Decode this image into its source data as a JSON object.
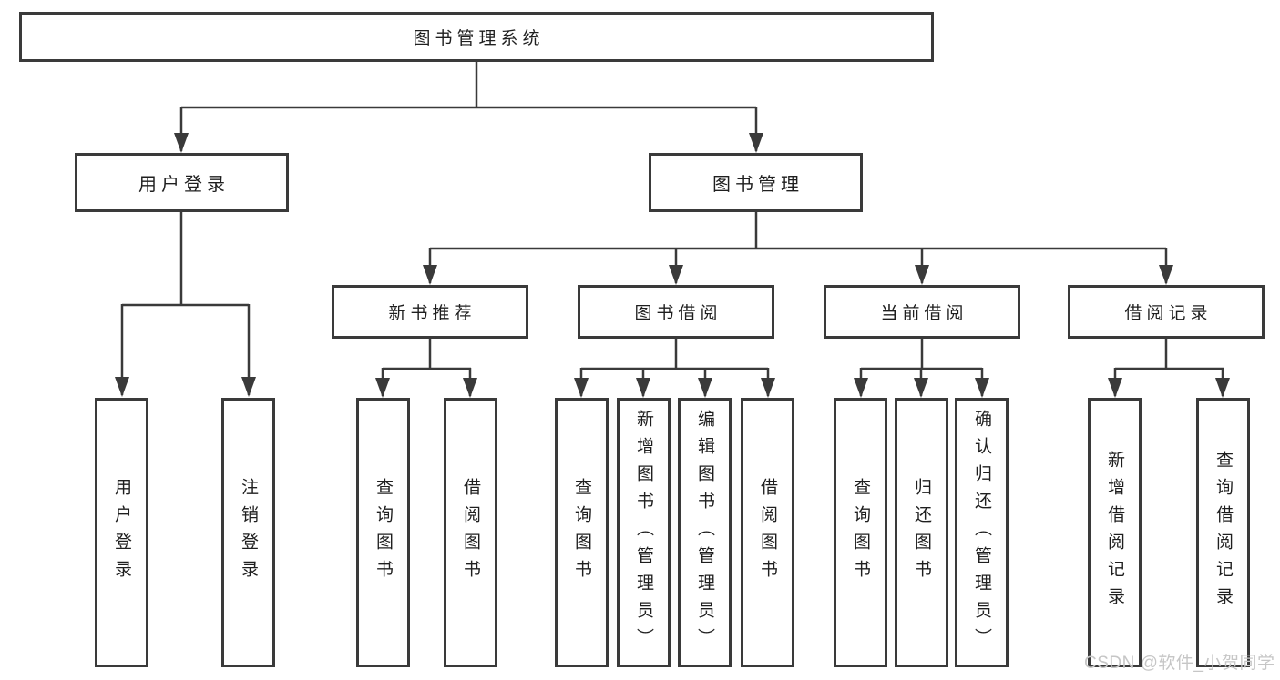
{
  "diagram": {
    "root": {
      "label": "图书管理系统"
    },
    "level1": [
      {
        "label": "用户登录"
      },
      {
        "label": "图书管理"
      }
    ],
    "level2": [
      {
        "label": "新书推荐"
      },
      {
        "label": "图书借阅"
      },
      {
        "label": "当前借阅"
      },
      {
        "label": "借阅记录"
      }
    ],
    "leaves": {
      "user_login": [
        "用户登录",
        "注销登录"
      ],
      "new_book": [
        "查询图书",
        "借阅图书"
      ],
      "book_borrow": [
        "查询图书",
        "新增图书（管理员）",
        "编辑图书（管理员）",
        "借阅图书"
      ],
      "current_borrow": [
        "查询图书",
        "归还图书",
        "确认归还（管理员）"
      ],
      "borrow_record": [
        "新增借阅记录",
        "查询借阅记录"
      ]
    }
  },
  "watermark": {
    "text": "CSDN @软件_小贺同学"
  },
  "colors": {
    "line": "#3a3a3a",
    "box_border": "#3a3a3a",
    "text": "#1f1f1f",
    "watermark": "#c6c6c6",
    "background": "#ffffff"
  }
}
